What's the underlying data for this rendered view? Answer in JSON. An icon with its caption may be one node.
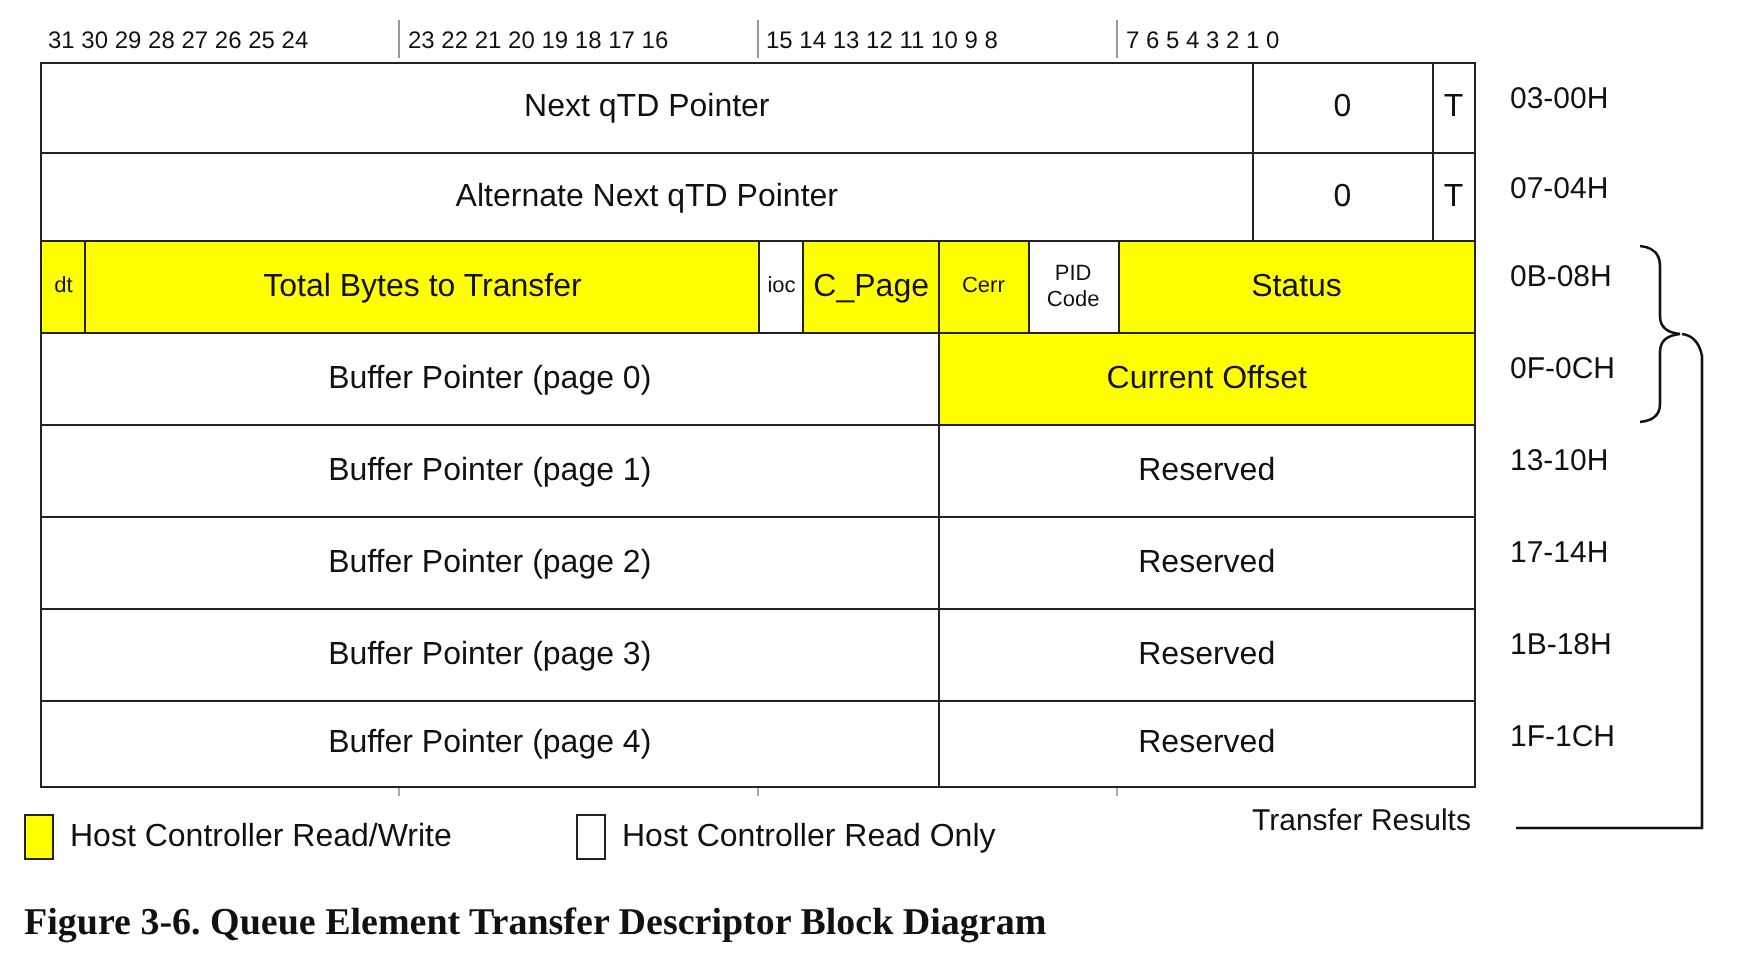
{
  "diagram": {
    "caption": "Figure 3-6. Queue Element Transfer Descriptor Block Diagram",
    "nodes": [
      {
        "text": [
          "Next qTD Pointer"
        ]
      },
      {
        "text": [
          "0"
        ]
      },
      {
        "text": [
          "T"
        ]
      },
      {
        "text": [
          "Alternate Next qTD Pointer"
        ]
      },
      {
        "text": [
          "0"
        ]
      },
      {
        "text": [
          "T"
        ]
      },
      {
        "text": [
          "dt"
        ]
      },
      {
        "text": [
          "Total Bytes to Transfer"
        ]
      },
      {
        "text": [
          "ioc"
        ]
      },
      {
        "text": [
          "C_Page"
        ]
      },
      {
        "text": [
          "Cerr"
        ]
      },
      {
        "text": [
          "PID Code"
        ]
      },
      {
        "text": [
          "Status"
        ]
      },
      {
        "text": [
          "Buffer Pointer (page 0)"
        ]
      },
      {
        "text": [
          "Current Offset"
        ]
      },
      {
        "text": [
          "Buffer Pointer (page 1)"
        ]
      },
      {
        "text": [
          "Reserved"
        ]
      },
      {
        "text": [
          "Buffer Pointer (page 2)"
        ]
      },
      {
        "text": [
          "Reserved"
        ]
      },
      {
        "text": [
          "Buffer Pointer (page 3)"
        ]
      },
      {
        "text": [
          "Reserved"
        ]
      },
      {
        "text": [
          "Buffer Pointer (page 4)"
        ]
      },
      {
        "text": [
          "Reserved"
        ]
      }
    ],
    "labels": [
      "31 30 29 28 27 26 25 24",
      "23 22 21 20 19 18 17 16",
      "15 14 13 12 11 10 9 8",
      "7 6 5 4 3 2 1 0",
      "03-00H",
      "07-04H",
      "0B-08H",
      "0F-0CH",
      "13-10H",
      "17-14H",
      "1B-18H",
      "1F-1CH",
      "Transfer Results"
    ],
    "legend": [
      {
        "text": "Host Controller Read/Write",
        "color": "#ffff00"
      },
      {
        "text": "Host Controller Read Only",
        "color": "#ffffff"
      }
    ]
  }
}
